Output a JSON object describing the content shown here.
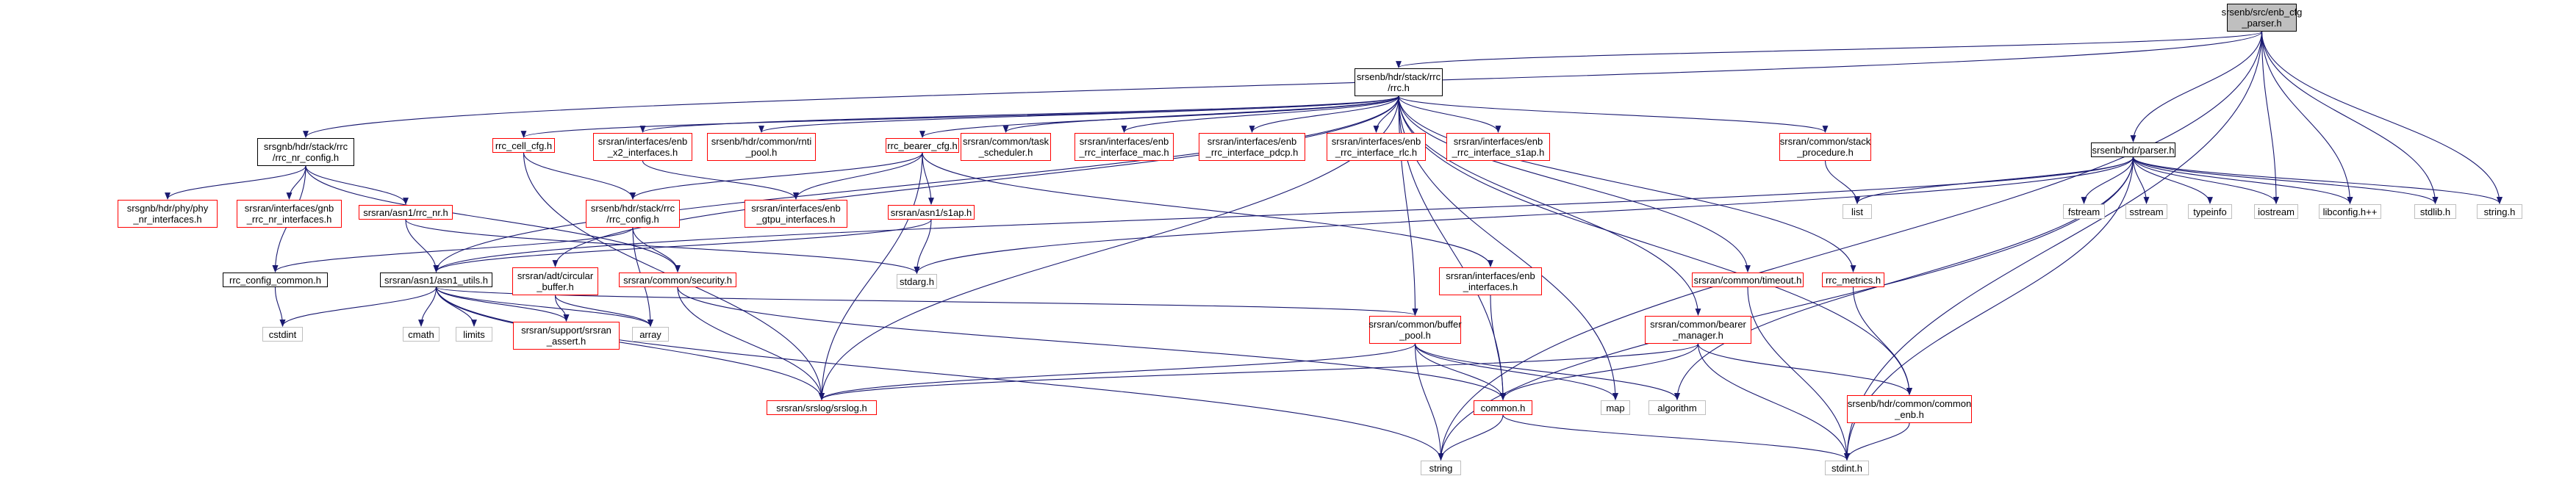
{
  "diagram": {
    "type": "include-dependency-graph",
    "colors": {
      "edge": "#191970",
      "node_border_documented": "#000000",
      "node_border_undocumented": "#ff0000",
      "node_border_system": "#bfbfbf",
      "root_fill": "#bfbfbf"
    },
    "nodes": [
      {
        "id": "root",
        "label": "srsenb/src/enb_cfg\n_parser.h",
        "style": "root"
      },
      {
        "id": "rrc_h",
        "label": "srsenb/hdr/stack/rrc\n/rrc.h",
        "style": "black"
      },
      {
        "id": "parser_h",
        "label": "srsenb/hdr/parser.h",
        "style": "black"
      },
      {
        "id": "rrc_nr_config",
        "label": "srsgnb/hdr/stack/rrc\n/rrc_nr_config.h",
        "style": "black"
      },
      {
        "id": "rrc_cell_cfg",
        "label": "rrc_cell_cfg.h",
        "style": "red"
      },
      {
        "id": "enb_x2",
        "label": "srsran/interfaces/enb\n_x2_interfaces.h",
        "style": "red"
      },
      {
        "id": "rnti_pool",
        "label": "srsenb/hdr/common/rnti\n_pool.h",
        "style": "red"
      },
      {
        "id": "rrc_bearer_cfg",
        "label": "rrc_bearer_cfg.h",
        "style": "red"
      },
      {
        "id": "task_scheduler",
        "label": "srsran/common/task\n_scheduler.h",
        "style": "red"
      },
      {
        "id": "rrc_mac",
        "label": "srsran/interfaces/enb\n_rrc_interface_mac.h",
        "style": "red"
      },
      {
        "id": "rrc_pdcp",
        "label": "srsran/interfaces/enb\n_rrc_interface_pdcp.h",
        "style": "red"
      },
      {
        "id": "rrc_rlc",
        "label": "srsran/interfaces/enb\n_rrc_interface_rlc.h",
        "style": "red"
      },
      {
        "id": "rrc_s1ap",
        "label": "srsran/interfaces/enb\n_rrc_interface_s1ap.h",
        "style": "red"
      },
      {
        "id": "stack_procedure",
        "label": "srsran/common/stack\n_procedure.h",
        "style": "red"
      },
      {
        "id": "phy_nr",
        "label": "srsgnb/hdr/phy/phy\n_nr_interfaces.h",
        "style": "red"
      },
      {
        "id": "gnb_rrc_nr",
        "label": "srsran/interfaces/gnb\n_rrc_nr_interfaces.h",
        "style": "red"
      },
      {
        "id": "asn1_rrc_nr",
        "label": "srsran/asn1/rrc_nr.h",
        "style": "red"
      },
      {
        "id": "rrc_config",
        "label": "srsenb/hdr/stack/rrc\n/rrc_config.h",
        "style": "red"
      },
      {
        "id": "enb_gtpu",
        "label": "srsran/interfaces/enb\n_gtpu_interfaces.h",
        "style": "red"
      },
      {
        "id": "asn1_s1ap",
        "label": "srsran/asn1/s1ap.h",
        "style": "red"
      },
      {
        "id": "list",
        "label": "list",
        "style": "plain"
      },
      {
        "id": "fstream",
        "label": "fstream",
        "style": "plain"
      },
      {
        "id": "sstream",
        "label": "sstream",
        "style": "plain"
      },
      {
        "id": "typeinfo",
        "label": "typeinfo",
        "style": "plain"
      },
      {
        "id": "iostream",
        "label": "iostream",
        "style": "plain"
      },
      {
        "id": "libconfig",
        "label": "libconfig.h++",
        "style": "plain"
      },
      {
        "id": "stdlib",
        "label": "stdlib.h",
        "style": "plain"
      },
      {
        "id": "string_h",
        "label": "string.h",
        "style": "plain"
      },
      {
        "id": "rrc_config_common",
        "label": "rrc_config_common.h",
        "style": "black"
      },
      {
        "id": "asn1_utils",
        "label": "srsran/asn1/asn1_utils.h",
        "style": "black"
      },
      {
        "id": "circular_buffer",
        "label": "srsran/adt/circular\n_buffer.h",
        "style": "red"
      },
      {
        "id": "security",
        "label": "srsran/common/security.h",
        "style": "red"
      },
      {
        "id": "stdarg",
        "label": "stdarg.h",
        "style": "plain"
      },
      {
        "id": "enb_interfaces",
        "label": "srsran/interfaces/enb\n_interfaces.h",
        "style": "red"
      },
      {
        "id": "timeout",
        "label": "srsran/common/timeout.h",
        "style": "red"
      },
      {
        "id": "rrc_metrics",
        "label": "rrc_metrics.h",
        "style": "red"
      },
      {
        "id": "cstdint",
        "label": "cstdint",
        "style": "plain"
      },
      {
        "id": "cmath",
        "label": "cmath",
        "style": "plain"
      },
      {
        "id": "limits",
        "label": "limits",
        "style": "plain"
      },
      {
        "id": "srsran_assert",
        "label": "srsran/support/srsran\n_assert.h",
        "style": "red"
      },
      {
        "id": "array",
        "label": "array",
        "style": "plain"
      },
      {
        "id": "buffer_pool",
        "label": "srsran/common/buffer\n_pool.h",
        "style": "red"
      },
      {
        "id": "bearer_manager",
        "label": "srsran/common/bearer\n_manager.h",
        "style": "red"
      },
      {
        "id": "srslog",
        "label": "srsran/srslog/srslog.h",
        "style": "red"
      },
      {
        "id": "common_h",
        "label": "common.h",
        "style": "red"
      },
      {
        "id": "map",
        "label": "map",
        "style": "plain"
      },
      {
        "id": "algorithm",
        "label": "algorithm",
        "style": "plain"
      },
      {
        "id": "common_enb",
        "label": "srsenb/hdr/common/common\n_enb.h",
        "style": "red"
      },
      {
        "id": "string",
        "label": "string",
        "style": "plain"
      },
      {
        "id": "stdint",
        "label": "stdint.h",
        "style": "plain"
      }
    ],
    "edges": [
      [
        "root",
        "rrc_h"
      ],
      [
        "root",
        "parser_h"
      ],
      [
        "root",
        "rrc_nr_config"
      ],
      [
        "root",
        "iostream"
      ],
      [
        "root",
        "libconfig"
      ],
      [
        "root",
        "stdlib"
      ],
      [
        "root",
        "string_h"
      ],
      [
        "root",
        "stdint"
      ],
      [
        "root",
        "string"
      ],
      [
        "rrc_h",
        "rrc_cell_cfg"
      ],
      [
        "rrc_h",
        "enb_x2"
      ],
      [
        "rrc_h",
        "rnti_pool"
      ],
      [
        "rrc_h",
        "rrc_bearer_cfg"
      ],
      [
        "rrc_h",
        "task_scheduler"
      ],
      [
        "rrc_h",
        "rrc_mac"
      ],
      [
        "rrc_h",
        "rrc_pdcp"
      ],
      [
        "rrc_h",
        "rrc_rlc"
      ],
      [
        "rrc_h",
        "rrc_s1ap"
      ],
      [
        "rrc_h",
        "stack_procedure"
      ],
      [
        "rrc_h",
        "asn1_utils"
      ],
      [
        "rrc_h",
        "circular_buffer"
      ],
      [
        "rrc_h",
        "timeout"
      ],
      [
        "rrc_h",
        "rrc_metrics"
      ],
      [
        "rrc_h",
        "buffer_pool"
      ],
      [
        "rrc_h",
        "bearer_manager"
      ],
      [
        "rrc_h",
        "common_h"
      ],
      [
        "rrc_h",
        "map"
      ],
      [
        "rrc_h",
        "common_enb"
      ],
      [
        "rrc_h",
        "srslog"
      ],
      [
        "parser_h",
        "list"
      ],
      [
        "parser_h",
        "fstream"
      ],
      [
        "parser_h",
        "sstream"
      ],
      [
        "parser_h",
        "typeinfo"
      ],
      [
        "parser_h",
        "iostream"
      ],
      [
        "parser_h",
        "libconfig"
      ],
      [
        "parser_h",
        "stdlib"
      ],
      [
        "parser_h",
        "string_h"
      ],
      [
        "parser_h",
        "stdint"
      ],
      [
        "parser_h",
        "string"
      ],
      [
        "parser_h",
        "asn1_utils"
      ],
      [
        "parser_h",
        "stdarg"
      ],
      [
        "parser_h",
        "algorithm"
      ],
      [
        "rrc_nr_config",
        "phy_nr"
      ],
      [
        "rrc_nr_config",
        "gnb_rrc_nr"
      ],
      [
        "rrc_nr_config",
        "asn1_rrc_nr"
      ],
      [
        "rrc_nr_config",
        "rrc_config_common"
      ],
      [
        "rrc_nr_config",
        "security"
      ],
      [
        "rrc_cell_cfg",
        "rrc_config"
      ],
      [
        "rrc_cell_cfg",
        "srslog"
      ],
      [
        "enb_x2",
        "enb_gtpu"
      ],
      [
        "rrc_bearer_cfg",
        "rrc_config"
      ],
      [
        "rrc_bearer_cfg",
        "enb_gtpu"
      ],
      [
        "rrc_bearer_cfg",
        "asn1_s1ap"
      ],
      [
        "rrc_bearer_cfg",
        "enb_interfaces"
      ],
      [
        "rrc_bearer_cfg",
        "srslog"
      ],
      [
        "stack_procedure",
        "list"
      ],
      [
        "asn1_rrc_nr",
        "asn1_utils"
      ],
      [
        "asn1_rrc_nr",
        "stdarg"
      ],
      [
        "rrc_config",
        "rrc_config_common"
      ],
      [
        "rrc_config",
        "security"
      ],
      [
        "rrc_config",
        "array"
      ],
      [
        "asn1_s1ap",
        "asn1_utils"
      ],
      [
        "asn1_s1ap",
        "stdarg"
      ],
      [
        "rrc_config_common",
        "cstdint"
      ],
      [
        "asn1_utils",
        "cstdint"
      ],
      [
        "asn1_utils",
        "cmath"
      ],
      [
        "asn1_utils",
        "limits"
      ],
      [
        "asn1_utils",
        "srsran_assert"
      ],
      [
        "asn1_utils",
        "array"
      ],
      [
        "asn1_utils",
        "buffer_pool"
      ],
      [
        "asn1_utils",
        "srslog"
      ],
      [
        "asn1_utils",
        "string"
      ],
      [
        "circular_buffer",
        "srsran_assert"
      ],
      [
        "circular_buffer",
        "array"
      ],
      [
        "security",
        "srslog"
      ],
      [
        "security",
        "common_h"
      ],
      [
        "enb_interfaces",
        "common_h"
      ],
      [
        "timeout",
        "stdint"
      ],
      [
        "rrc_metrics",
        "common_enb"
      ],
      [
        "buffer_pool",
        "srslog"
      ],
      [
        "buffer_pool",
        "common_h"
      ],
      [
        "buffer_pool",
        "string"
      ],
      [
        "buffer_pool",
        "map"
      ],
      [
        "buffer_pool",
        "algorithm"
      ],
      [
        "bearer_manager",
        "common_h"
      ],
      [
        "bearer_manager",
        "srslog"
      ],
      [
        "bearer_manager",
        "common_enb"
      ],
      [
        "bearer_manager",
        "stdint"
      ],
      [
        "common_h",
        "string"
      ],
      [
        "common_h",
        "stdint"
      ],
      [
        "common_enb",
        "stdint"
      ]
    ]
  }
}
